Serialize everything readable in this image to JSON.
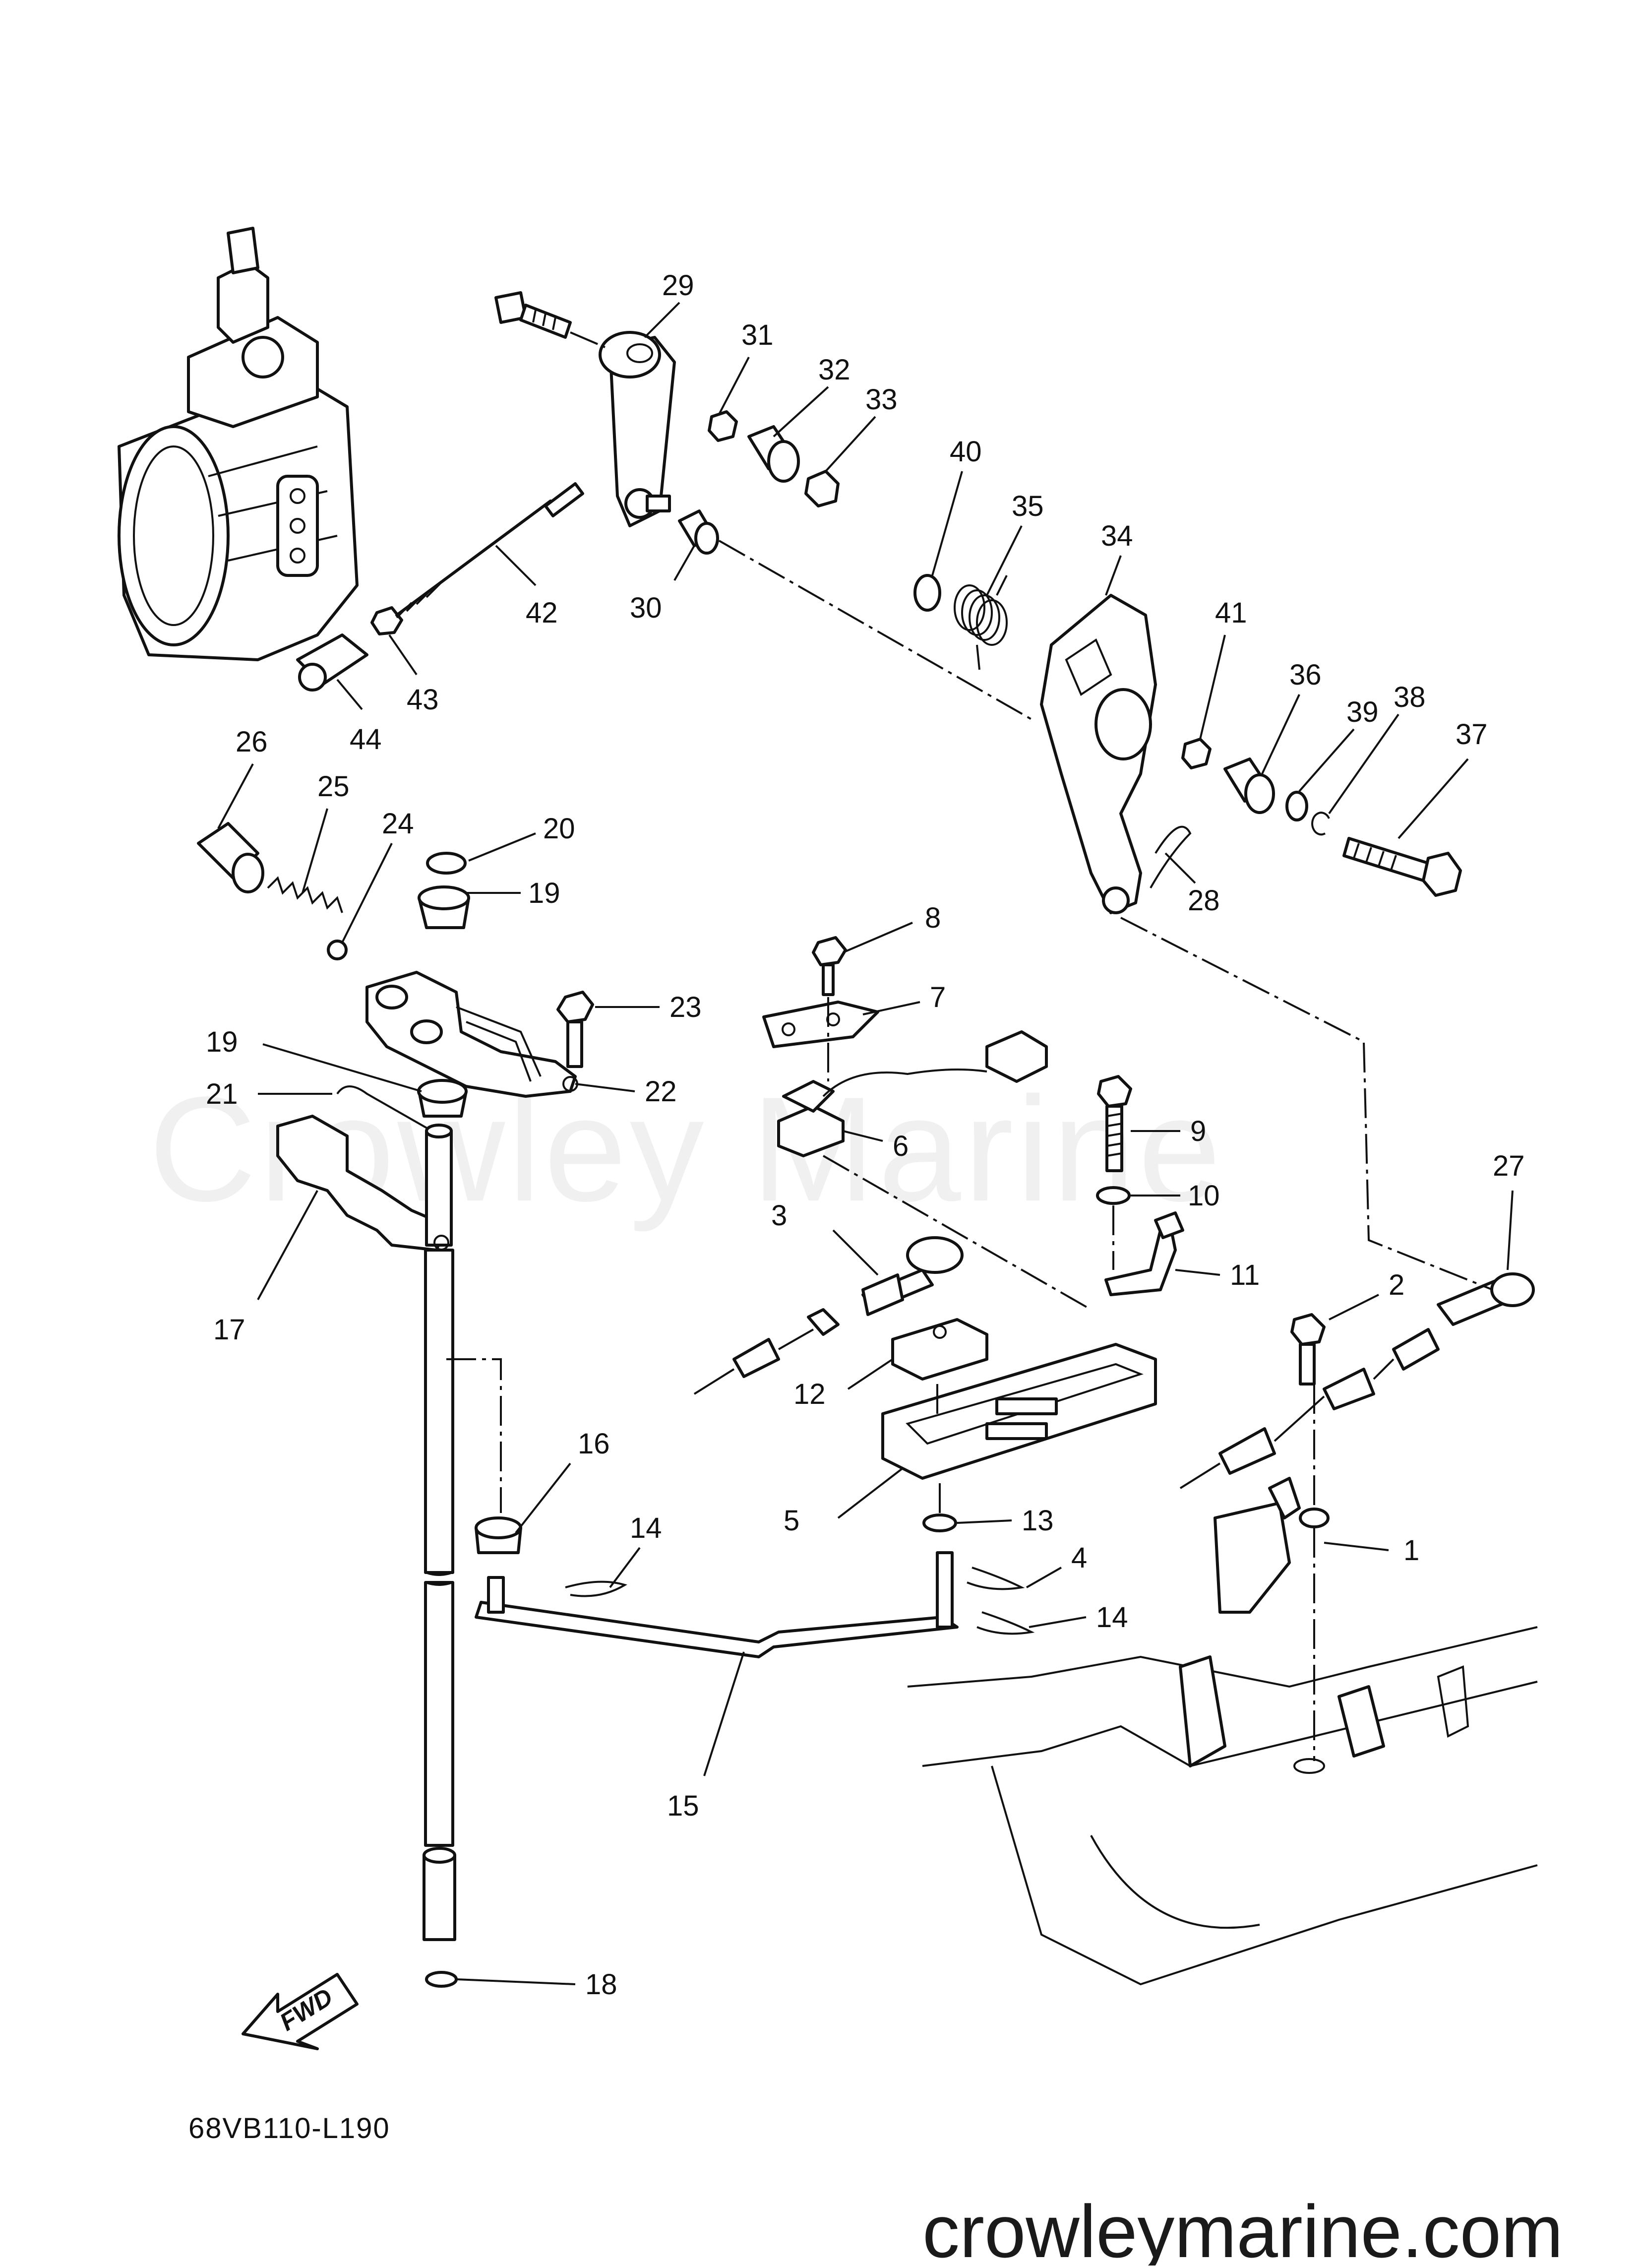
{
  "watermark": "Crowley Marine",
  "site_url": "crowleymarine.com",
  "diagram_code": "68VB110-L190",
  "fwd_label": "FWD",
  "callouts": {
    "c1": "1",
    "c2": "2",
    "c3": "3",
    "c4": "4",
    "c5": "5",
    "c6": "6",
    "c7": "7",
    "c8": "8",
    "c9": "9",
    "c10": "10",
    "c11": "11",
    "c12": "12",
    "c13": "13",
    "c14a": "14",
    "c14b": "14",
    "c15": "15",
    "c16": "16",
    "c17": "17",
    "c18": "18",
    "c19a": "19",
    "c19b": "19",
    "c20": "20",
    "c21": "21",
    "c22": "22",
    "c23": "23",
    "c24": "24",
    "c25": "25",
    "c26": "26",
    "c27": "27",
    "c28": "28",
    "c29": "29",
    "c30": "30",
    "c31": "31",
    "c32": "32",
    "c33": "33",
    "c34": "34",
    "c35": "35",
    "c36": "36",
    "c37": "37",
    "c38": "38",
    "c39": "39",
    "c40": "40",
    "c41": "41",
    "c42": "42",
    "c43": "43",
    "c44": "44"
  }
}
